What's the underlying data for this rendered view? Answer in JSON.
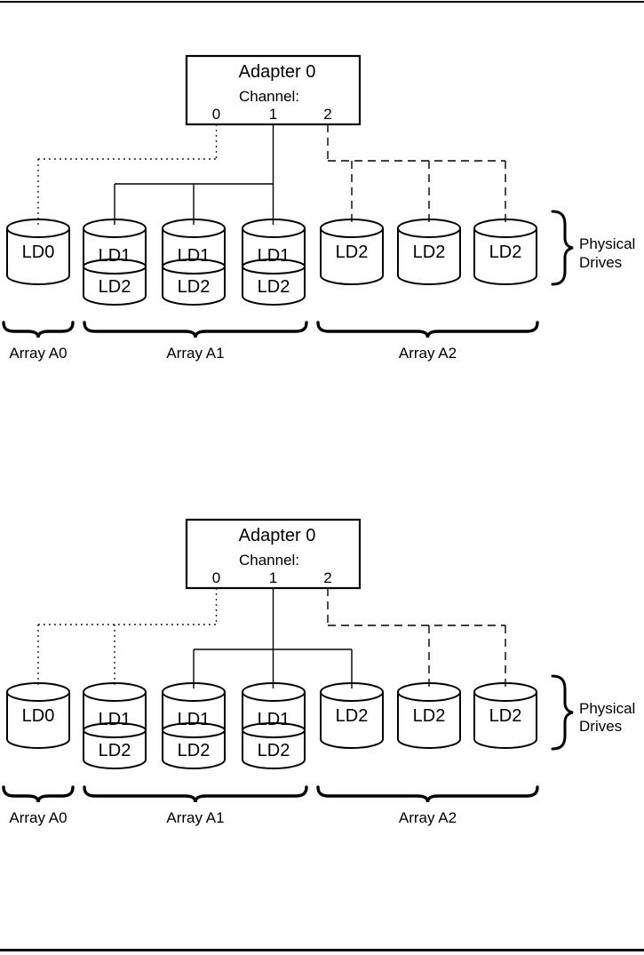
{
  "page": {
    "background_color": "#ffffff",
    "ink_color": "#000000"
  },
  "diagrams": [
    {
      "name": "adapter-channel-mapping-top",
      "adapter": {
        "title": "Adapter 0",
        "channel_label": "Channel:",
        "channels": [
          "0",
          "1",
          "2"
        ]
      },
      "drives": [
        {
          "type": "single",
          "labels": [
            "LD0"
          ]
        },
        {
          "type": "stacked",
          "labels": [
            "LD1",
            "LD2"
          ]
        },
        {
          "type": "stacked",
          "labels": [
            "LD1",
            "LD2"
          ]
        },
        {
          "type": "stacked",
          "labels": [
            "LD1",
            "LD2"
          ]
        },
        {
          "type": "single",
          "labels": [
            "LD2"
          ]
        },
        {
          "type": "single",
          "labels": [
            "LD2"
          ]
        },
        {
          "type": "single",
          "labels": [
            "LD2"
          ]
        }
      ],
      "connections": [
        {
          "channel": 0,
          "style": "dotted",
          "drives": [
            0
          ]
        },
        {
          "channel": 1,
          "style": "solid",
          "drives": [
            1,
            2,
            3
          ]
        },
        {
          "channel": 2,
          "style": "dashed",
          "drives": [
            4,
            5,
            6
          ]
        }
      ],
      "arrays": [
        {
          "label": "Array A0",
          "drives": [
            0
          ]
        },
        {
          "label": "Array A1",
          "drives": [
            1,
            2,
            3
          ]
        },
        {
          "label": "Array A2",
          "drives": [
            4,
            5,
            6
          ]
        }
      ],
      "side_note": [
        "Physical",
        "Drives"
      ]
    },
    {
      "name": "adapter-channel-mapping-bottom",
      "adapter": {
        "title": "Adapter 0",
        "channel_label": "Channel:",
        "channels": [
          "0",
          "1",
          "2"
        ]
      },
      "drives": [
        {
          "type": "single",
          "labels": [
            "LD0"
          ]
        },
        {
          "type": "stacked",
          "labels": [
            "LD1",
            "LD2"
          ]
        },
        {
          "type": "stacked",
          "labels": [
            "LD1",
            "LD2"
          ]
        },
        {
          "type": "stacked",
          "labels": [
            "LD1",
            "LD2"
          ]
        },
        {
          "type": "single",
          "labels": [
            "LD2"
          ]
        },
        {
          "type": "single",
          "labels": [
            "LD2"
          ]
        },
        {
          "type": "single",
          "labels": [
            "LD2"
          ]
        }
      ],
      "connections": [
        {
          "channel": 0,
          "style": "dotted",
          "drives": [
            0,
            1
          ]
        },
        {
          "channel": 1,
          "style": "solid",
          "drives": [
            2,
            3,
            4
          ]
        },
        {
          "channel": 2,
          "style": "dashed",
          "drives": [
            5,
            6
          ]
        }
      ],
      "arrays": [
        {
          "label": "Array A0",
          "drives": [
            0
          ]
        },
        {
          "label": "Array A1",
          "drives": [
            1,
            2,
            3
          ]
        },
        {
          "label": "Array A2",
          "drives": [
            4,
            5,
            6
          ]
        }
      ],
      "side_note": [
        "Physical",
        "Drives"
      ]
    }
  ]
}
